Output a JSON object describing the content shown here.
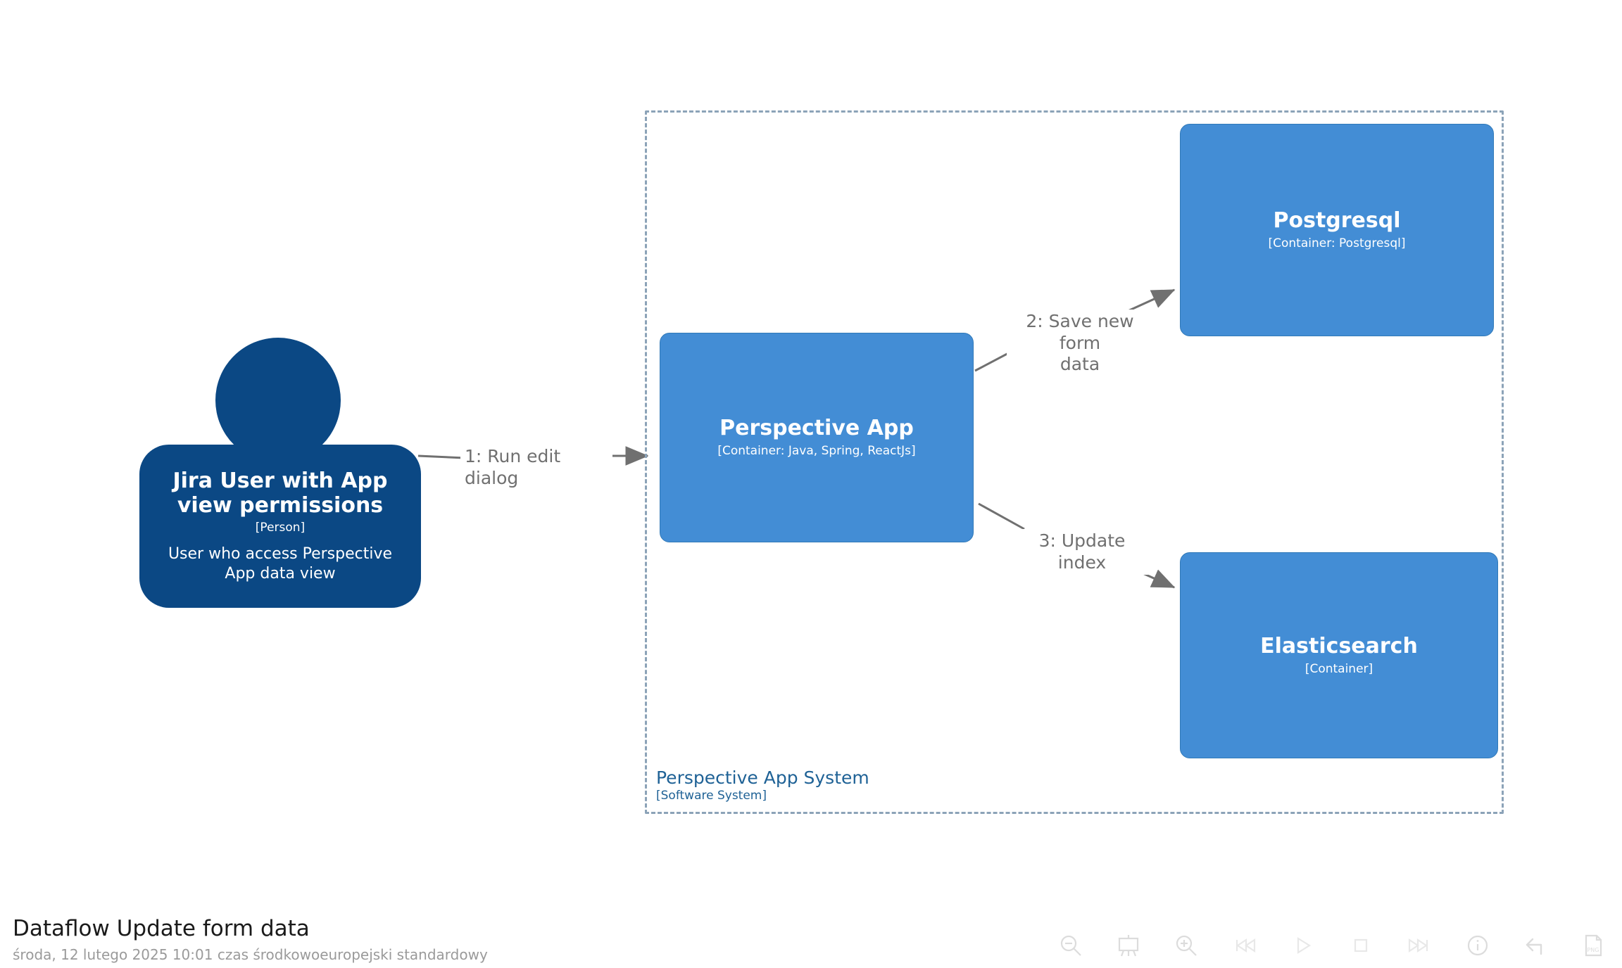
{
  "diagram": {
    "title": "Dataflow Update form data",
    "timestamp": "środa, 12 lutego 2025 10:01 czas środkowoeuropejski standardowy",
    "colors": {
      "person": "#0B4884",
      "container": "#438DD5",
      "container_border": "#3079B8",
      "boundary": "#8CA3B8",
      "boundary_text": "#1F6296",
      "relationship": "#707070",
      "background": "#FFFFFF"
    }
  },
  "boundary": {
    "name": "Perspective App System",
    "type": "[Software System]"
  },
  "nodes": {
    "person": {
      "name": "Jira User with App view permissions",
      "type": "[Person]",
      "description": "User who access Perspective App data view"
    },
    "perspective_app": {
      "name": "Perspective App",
      "type": "[Container: Java, Spring, ReactJs]"
    },
    "postgresql": {
      "name": "Postgresql",
      "type": "[Container: Postgresql]"
    },
    "elasticsearch": {
      "name": "Elasticsearch",
      "type": "[Container]"
    }
  },
  "relationships": [
    {
      "order": "1",
      "label": "1: Run edit dialog",
      "from": "person",
      "to": "perspective_app"
    },
    {
      "order": "2",
      "label": "2: Save new form\ndata",
      "from": "perspective_app",
      "to": "postgresql"
    },
    {
      "order": "3",
      "label": "3: Update index",
      "from": "perspective_app",
      "to": "elasticsearch"
    }
  ],
  "toolbar": {
    "items": [
      {
        "id": "zoom-out",
        "label": "Zoom out"
      },
      {
        "id": "fit-to-screen",
        "label": "Fit to screen"
      },
      {
        "id": "zoom-in",
        "label": "Zoom in"
      },
      {
        "id": "skip-to-start",
        "label": "Skip to start"
      },
      {
        "id": "play",
        "label": "Play"
      },
      {
        "id": "stop",
        "label": "Stop"
      },
      {
        "id": "skip-to-end",
        "label": "Skip to end"
      },
      {
        "id": "info",
        "label": "Info"
      },
      {
        "id": "back",
        "label": "Back"
      },
      {
        "id": "export-png",
        "label": "PNG"
      }
    ],
    "export_format": "PNG"
  }
}
